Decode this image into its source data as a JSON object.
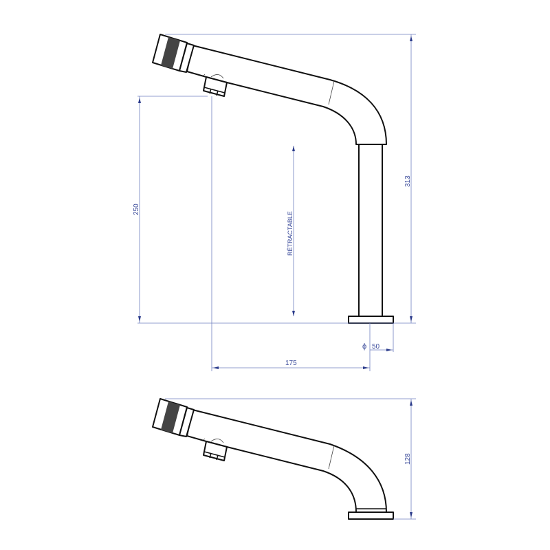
{
  "dimensions": {
    "total_height": "313",
    "spout_height": "250",
    "reach": "175",
    "base_diameter_symbol": "ϕ",
    "base_diameter": "50",
    "retractable": "RÉTRACTABLE",
    "short_height": "128"
  },
  "colors": {
    "dimension_line": "#6f7fbf",
    "outline": "#111111",
    "handle_band": "#444444"
  }
}
